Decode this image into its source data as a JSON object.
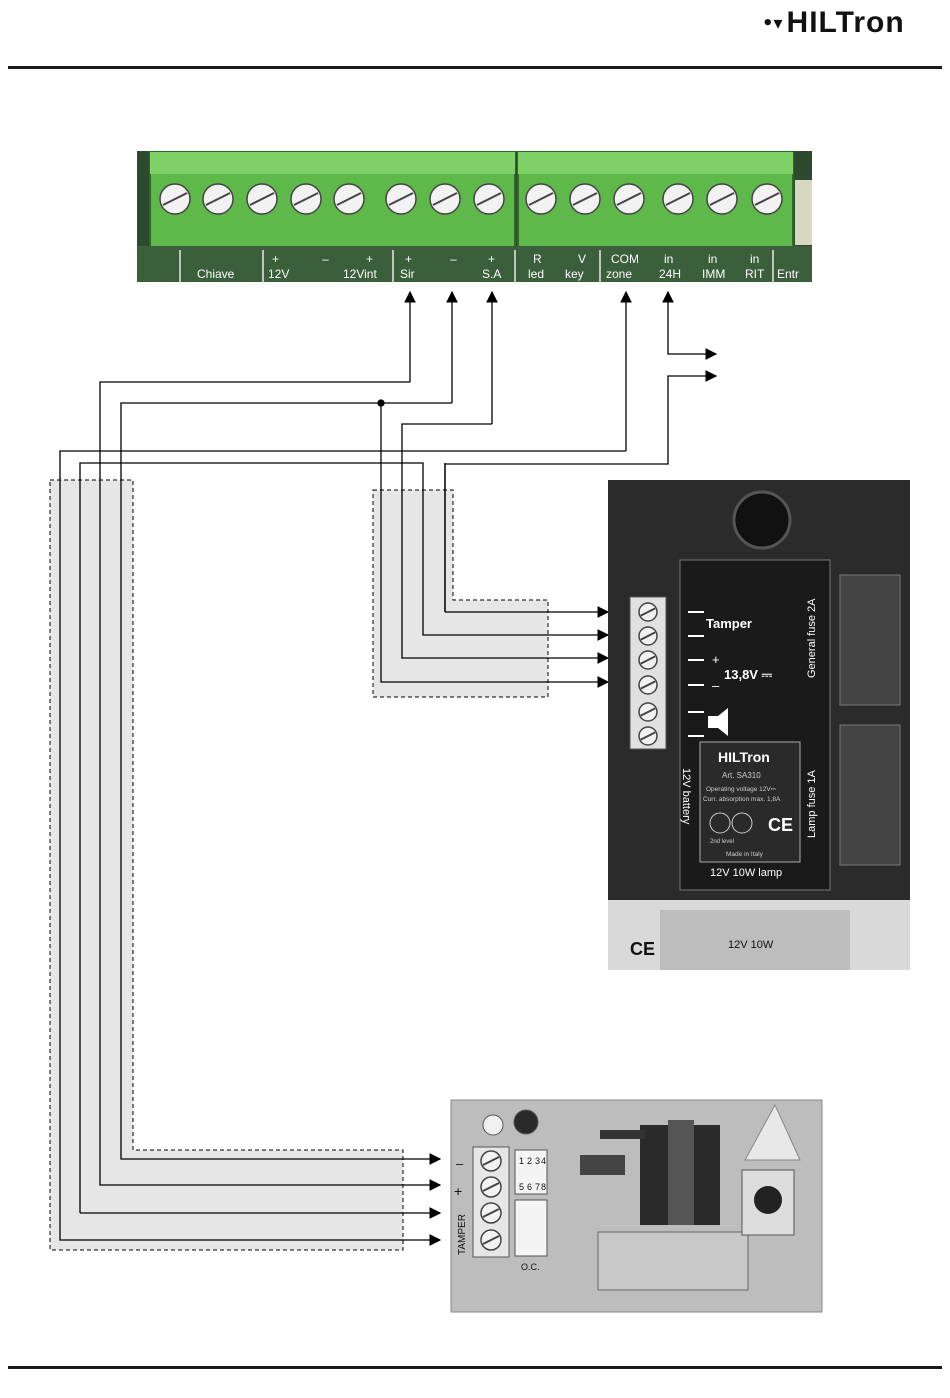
{
  "brand": {
    "logo_text": "HILTron",
    "logo_mark": "•▾"
  },
  "control_panel": {
    "labels_plus": [
      "+",
      "–",
      "+",
      "+",
      "–",
      "+",
      "R",
      "V",
      "COM",
      "in",
      "in",
      "in"
    ],
    "labels_bottom": [
      "Chiave",
      "12V",
      "12Vint",
      "Sir",
      "S.A",
      "led",
      "key",
      "zone",
      "24H",
      "IMM",
      "RIT",
      "Entr"
    ]
  },
  "siren": {
    "terminal_labels": {
      "tamper": "Tamper",
      "plus": "+",
      "minus": "–",
      "voltage": "13,8V ⎓"
    },
    "side_labels": {
      "general_fuse": "General fuse 2A",
      "battery": "12V battery",
      "lamp_fuse": "Lamp fuse 1A"
    },
    "plate": {
      "brand": "HILTron",
      "art": "Art. SA310",
      "operating_voltage": "Operating voltage 12V⎓",
      "current": "Curr. absorption max. 1,8A",
      "made_in": "Made in Italy",
      "grade": "2nd level",
      "lamp": "12V 10W lamp"
    },
    "bottom_labels": {
      "ce": "CE",
      "lamp_label": "12V 10W"
    }
  },
  "tamper_board": {
    "labels": {
      "minus": "–",
      "plus": "+",
      "tamper": "TAMPER",
      "oc": "O.C."
    },
    "dip_numbers": [
      "1",
      "2",
      "3",
      "4",
      "5",
      "6",
      "7",
      "8"
    ]
  }
}
